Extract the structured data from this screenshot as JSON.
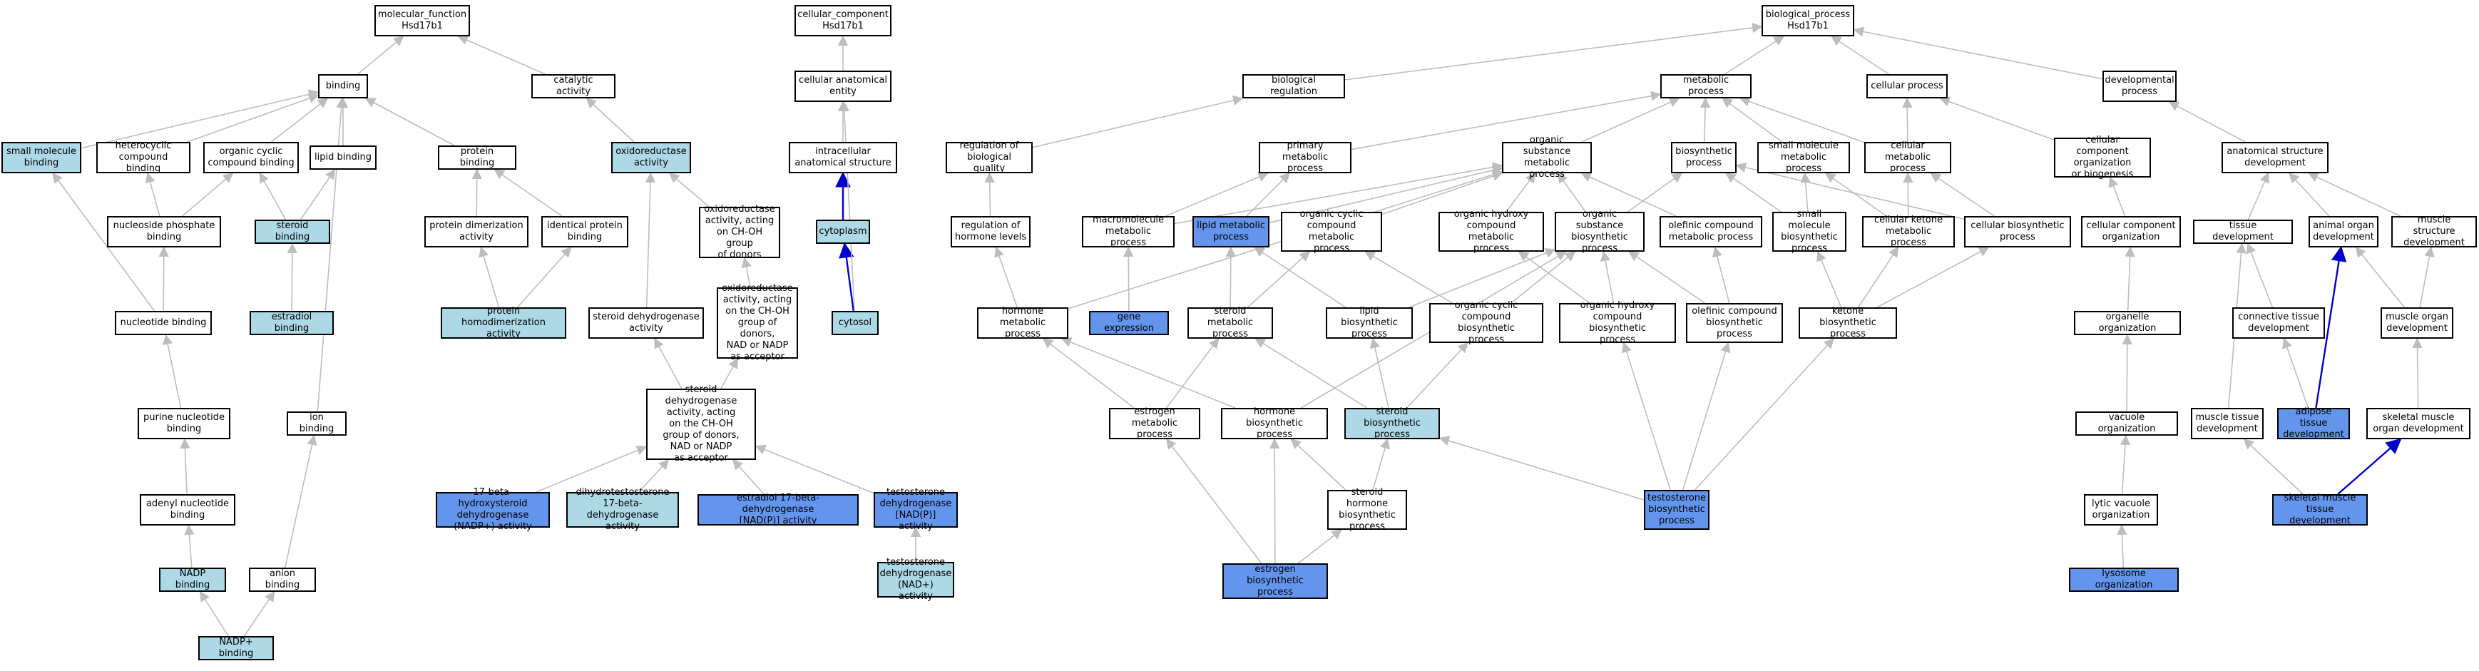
{
  "palette": {
    "default": "#ffffff",
    "light": "#add8e6",
    "dark": "#6495ed",
    "edge": "#bdbdbd",
    "edge_highlight": "#0000cc"
  },
  "nodes": {
    "mf_root": "molecular_function\nHsd17b1",
    "binding": "binding",
    "catalytic": "catalytic activity",
    "small_mol_binding": "small molecule\nbinding",
    "hetero_binding": "heterocyclic\ncompound binding",
    "org_cyclic_binding": "organic cyclic\ncompound binding",
    "lipid_binding": "lipid binding",
    "protein_binding": "protein binding",
    "oxidoreductase": "oxidoreductase\nactivity",
    "nucleoside_phos": "nucleoside phosphate\nbinding",
    "steroid_binding": "steroid binding",
    "protein_dimer": "protein dimerization\nactivity",
    "identical_protein": "identical protein\nbinding",
    "oxido_choh": "oxidoreductase\nactivity, acting\non CH-OH group\nof donors",
    "nucleotide_binding": "nucleotide binding",
    "estradiol_binding": "estradiol binding",
    "protein_homodimer": "protein homodimerization\nactivity",
    "steroid_dehydro": "steroid dehydrogenase\nactivity",
    "oxido_nad": "oxidoreductase\nactivity, acting\non the CH-OH\ngroup of donors,\nNAD or NADP\nas acceptor",
    "purine_binding": "purine nucleotide\nbinding",
    "ion_binding": "ion binding",
    "steroid_dehydro_nad": "steroid dehydrogenase\nactivity, acting\non the CH-OH\ngroup of donors,\nNAD or NADP\nas acceptor",
    "adenyl_binding": "adenyl nucleotide\nbinding",
    "hsd17_nadp": "17-beta-hydroxysteroid\ndehydrogenase\n(NADP+) activity",
    "dht_dehydro": "dihydrotestosterone\n17-beta-dehydrogenase\nactivity",
    "estradiol_dehydro": "estradiol 17-beta-dehydrogenase\n[NAD(P)] activity",
    "testo_nadp": "testosterone\ndehydrogenase\n[NAD(P)] activity",
    "nadp_binding": "NADP binding",
    "anion_binding": "anion binding",
    "testo_nad": "testosterone\ndehydrogenase\n(NAD+) activity",
    "nadp_plus_binding": "NADP+ binding",
    "cc_root": "cellular_component\nHsd17b1",
    "cell_anat": "cellular anatomical\nentity",
    "intracellular": "intracellular\nanatomical structure",
    "cytoplasm": "cytoplasm",
    "cytosol": "cytosol",
    "bp_root": "biological_process\nHsd17b1",
    "bio_reg": "biological regulation",
    "metabolic": "metabolic process",
    "cellular_proc": "cellular process",
    "developmental": "developmental\nprocess",
    "reg_bio_quality": "regulation of\nbiological quality",
    "primary_met": "primary metabolic\nprocess",
    "org_sub_met": "organic substance\nmetabolic process",
    "biosynthetic": "biosynthetic\nprocess",
    "small_mol_met": "small molecule\nmetabolic process",
    "cellular_met": "cellular metabolic\nprocess",
    "cc_org_biogen": "cellular component\norganization\nor biogenesis",
    "anat_struct_dev": "anatomical structure\ndevelopment",
    "reg_hormone": "regulation of\nhormone levels",
    "macromol_met": "macromolecule\nmetabolic process",
    "lipid_met": "lipid metabolic\nprocess",
    "org_cyclic_met": "organic cyclic\ncompound metabolic\nprocess",
    "org_hydroxy_met": "organic hydroxy\ncompound metabolic\nprocess",
    "org_sub_biosyn": "organic substance\nbiosynthetic\nprocess",
    "olefinic_met": "olefinic compound\nmetabolic process",
    "small_mol_biosyn": "small molecule\nbiosynthetic\nprocess",
    "cell_ketone_met": "cellular ketone\nmetabolic process",
    "cell_biosyn": "cellular biosynthetic\nprocess",
    "cc_org": "cellular component\norganization",
    "tissue_dev": "tissue development",
    "animal_organ_dev": "animal organ\ndevelopment",
    "muscle_struct_dev": "muscle structure\ndevelopment",
    "hormone_met": "hormone metabolic\nprocess",
    "gene_expr": "gene expression",
    "steroid_met": "steroid metabolic\nprocess",
    "lipid_biosyn": "lipid biosynthetic\nprocess",
    "org_cyclic_biosyn": "organic cyclic\ncompound biosynthetic\nprocess",
    "org_hydroxy_biosyn": "organic hydroxy\ncompound biosynthetic\nprocess",
    "olefinic_biosyn": "olefinic compound\nbiosynthetic\nprocess",
    "ketone_biosyn": "ketone biosynthetic\nprocess",
    "organelle_org": "organelle organization",
    "connective_dev": "connective tissue\ndevelopment",
    "muscle_organ_dev": "muscle organ\ndevelopment",
    "estrogen_met": "estrogen metabolic\nprocess",
    "hormone_biosyn": "hormone biosynthetic\nprocess",
    "steroid_biosyn": "steroid biosynthetic\nprocess",
    "vacuole_org": "vacuole organization",
    "muscle_tissue_dev": "muscle tissue\ndevelopment",
    "adipose_dev": "adipose tissue\ndevelopment",
    "skeletal_organ_dev": "skeletal muscle\norgan development",
    "steroid_hormone_biosyn": "steroid hormone\nbiosynthetic\nprocess",
    "testo_biosyn": "testosterone\nbiosynthetic\nprocess",
    "lytic_vacuole": "lytic vacuole\norganization",
    "skeletal_tissue_dev": "skeletal muscle\ntissue development",
    "estrogen_biosyn": "estrogen biosynthetic\nprocess",
    "lysosome_org": "lysosome organization"
  }
}
